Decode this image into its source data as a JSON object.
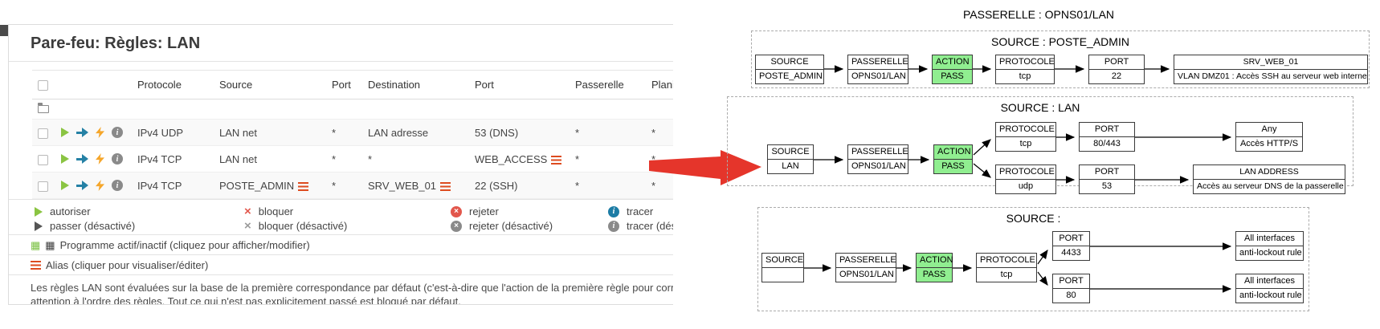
{
  "firewall": {
    "title": "Pare-feu: Règles: LAN",
    "table": {
      "headers": {
        "protocole": "Protocole",
        "source": "Source",
        "port": "Port",
        "destination": "Destination",
        "port2": "Port",
        "passerelle": "Passerelle",
        "planification": "Planification"
      },
      "rows": [
        {
          "protocol": "IPv4 UDP",
          "source": "LAN net",
          "port": "*",
          "destination": "LAN adresse",
          "dest_port": "53 (DNS)",
          "gateway": "*",
          "schedule": "*"
        },
        {
          "protocol": "IPv4 TCP",
          "source": "LAN net",
          "port": "*",
          "destination": "*",
          "dest_port": "WEB_ACCESS",
          "gateway": "*",
          "schedule": "*"
        },
        {
          "protocol": "IPv4 TCP",
          "source": "POSTE_ADMIN",
          "port": "*",
          "destination": "SRV_WEB_01",
          "dest_port": "22 (SSH)",
          "gateway": "*",
          "schedule": "*"
        }
      ]
    },
    "legend": {
      "pass": "autoriser",
      "pass_disabled": "passer (désactivé)",
      "block": "bloquer",
      "block_disabled": "bloquer (désactivé)",
      "reject": "rejeter",
      "reject_disabled": "rejeter (désactivé)",
      "log": "tracer",
      "log_disabled": "tracer (désactivé)"
    },
    "schedule_note": "Programme actif/inactif (cliquez pour afficher/modifier)",
    "alias_note": "Alias (cliquer pour visualiser/éditer)",
    "footer": {
      "line1": "Les règles LAN sont évaluées sur la base de la première correspondance par défaut (c'est-à-dire que l'action de la première règle pour correspon",
      "line2": "attention à l'ordre des règles. Tout ce qui n'est pas explicitement passé est bloqué par défaut."
    }
  },
  "diagram": {
    "title": "PASSERELLE : OPNS01/LAN",
    "groups": [
      {
        "label": "SOURCE : POSTE_ADMIN",
        "nodes": {
          "source": {
            "h": "SOURCE",
            "v": "POSTE_ADMIN"
          },
          "gateway": {
            "h": "PASSERELLE",
            "v": "OPNS01/LAN"
          },
          "action": {
            "h": "ACTION",
            "v": "PASS"
          },
          "protocol": {
            "h": "PROTOCOLE",
            "v": "tcp"
          },
          "port": {
            "h": "PORT",
            "v": "22"
          },
          "dest": {
            "h": "SRV_WEB_01",
            "v": "VLAN DMZ01 : Accès SSH au serveur web interne"
          }
        }
      },
      {
        "label": "SOURCE : LAN",
        "nodes": {
          "source": {
            "h": "SOURCE",
            "v": "LAN"
          },
          "gateway": {
            "h": "PASSERELLE",
            "v": "OPNS01/LAN"
          },
          "action": {
            "h": "ACTION",
            "v": "PASS"
          },
          "protocol_tcp": {
            "h": "PROTOCOLE",
            "v": "tcp"
          },
          "port_http": {
            "h": "PORT",
            "v": "80/443"
          },
          "dest_http": {
            "h": "Any",
            "v": "Accès HTTP/S"
          },
          "protocol_udp": {
            "h": "PROTOCOLE",
            "v": "udp"
          },
          "port_dns": {
            "h": "PORT",
            "v": "53"
          },
          "dest_dns": {
            "h": "LAN ADDRESS",
            "v": "Accès au serveur DNS de la passerelle"
          }
        }
      },
      {
        "label": "SOURCE :",
        "nodes": {
          "source": {
            "h": "SOURCE",
            "v": ""
          },
          "gateway": {
            "h": "PASSERELLE",
            "v": "OPNS01/LAN"
          },
          "action": {
            "h": "ACTION",
            "v": "PASS"
          },
          "protocol": {
            "h": "PROTOCOLE",
            "v": "tcp"
          },
          "port_4433": {
            "h": "PORT",
            "v": "4433"
          },
          "port_80": {
            "h": "PORT",
            "v": "80"
          },
          "dest_1": {
            "h": "All interfaces",
            "v": "anti-lockout rule"
          },
          "dest_2": {
            "h": "All interfaces",
            "v": "anti-lockout rule"
          }
        }
      }
    ]
  },
  "colors": {
    "pass_green": "#8ac442",
    "action_green": "#90ee90",
    "red_arrow": "#e5352b",
    "alias_orange": "#dd4b1f",
    "log_blue": "#1c7ca5",
    "direction_blue": "#2581a5",
    "quick_orange": "#f5a62b",
    "block_red": "#e2574c",
    "disabled_gray": "#8a8a8a"
  }
}
